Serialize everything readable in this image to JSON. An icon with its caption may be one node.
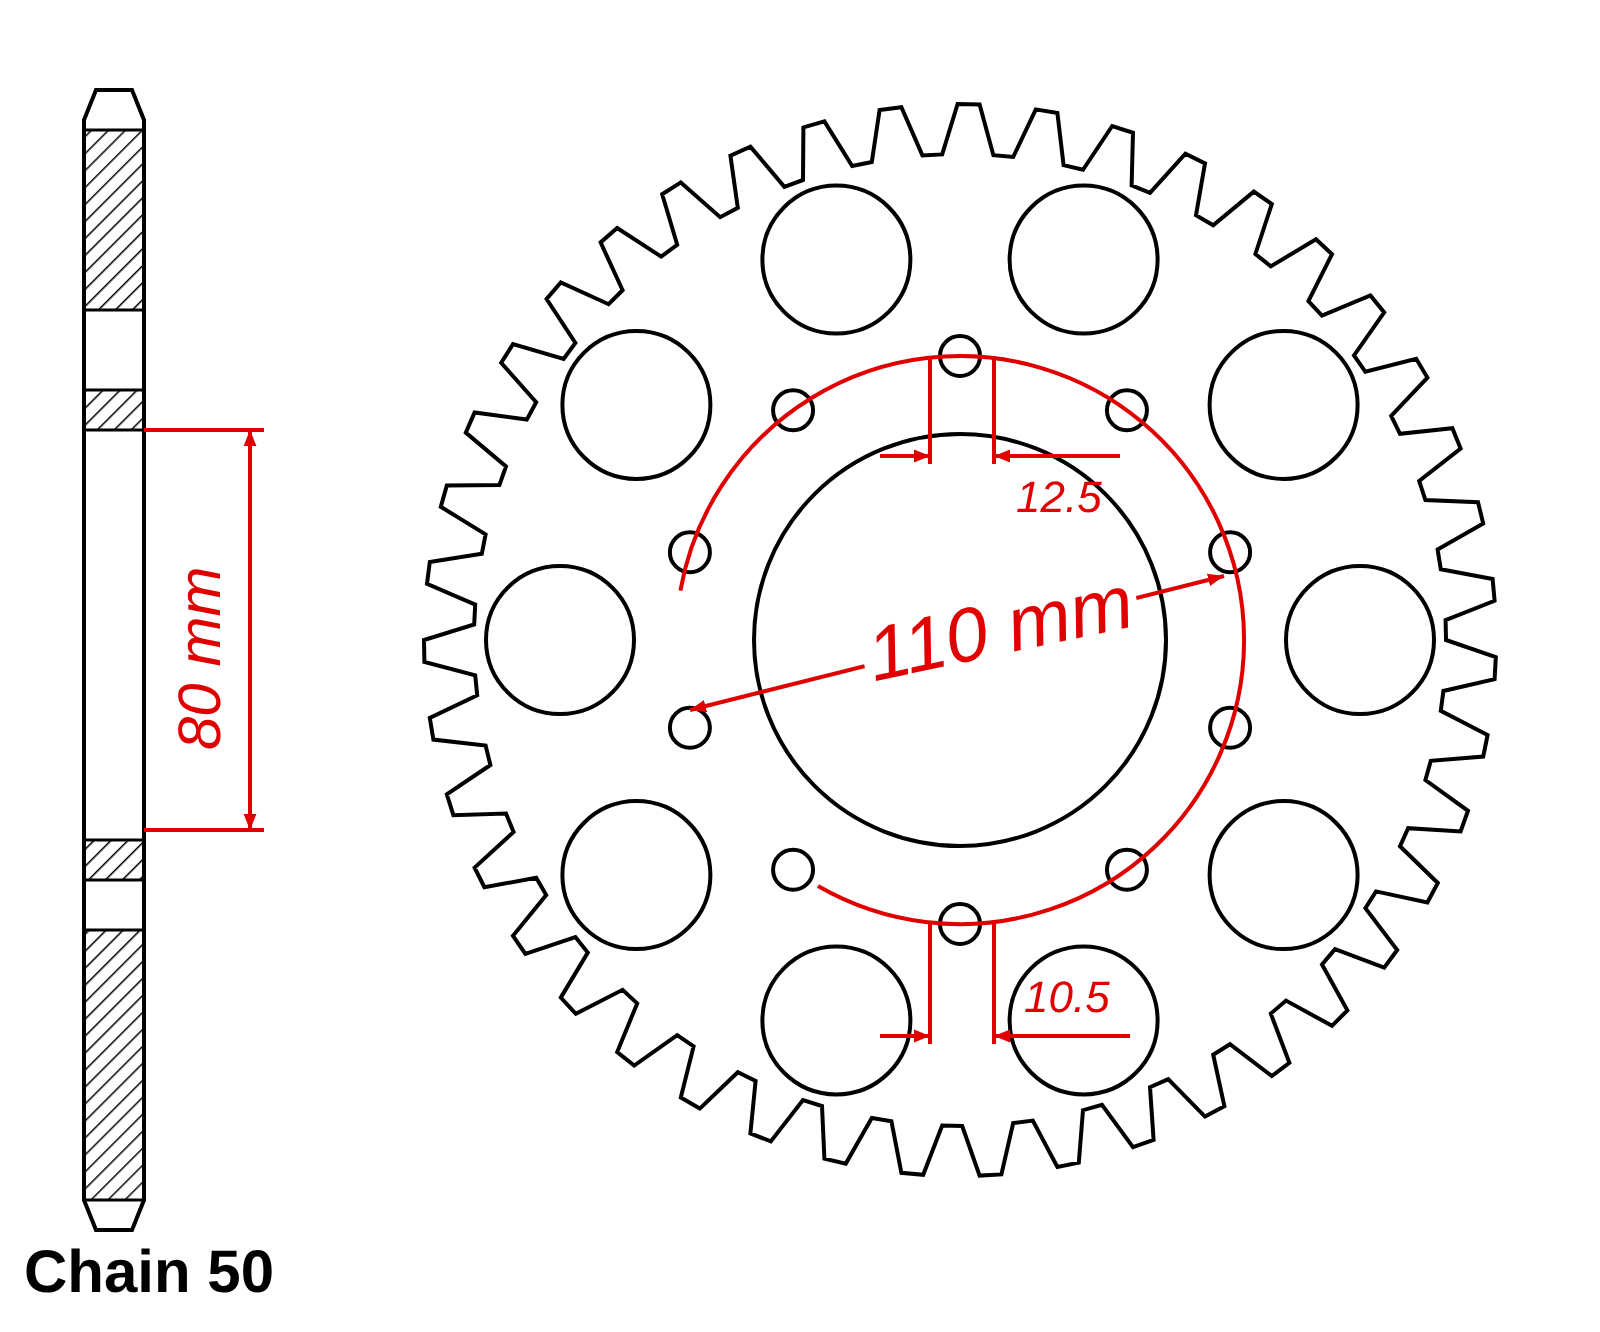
{
  "diagram": {
    "labels": [
      "12.5",
      "110 mm",
      "80 mm",
      "10.5",
      "Chain 50"
    ]
  }
}
